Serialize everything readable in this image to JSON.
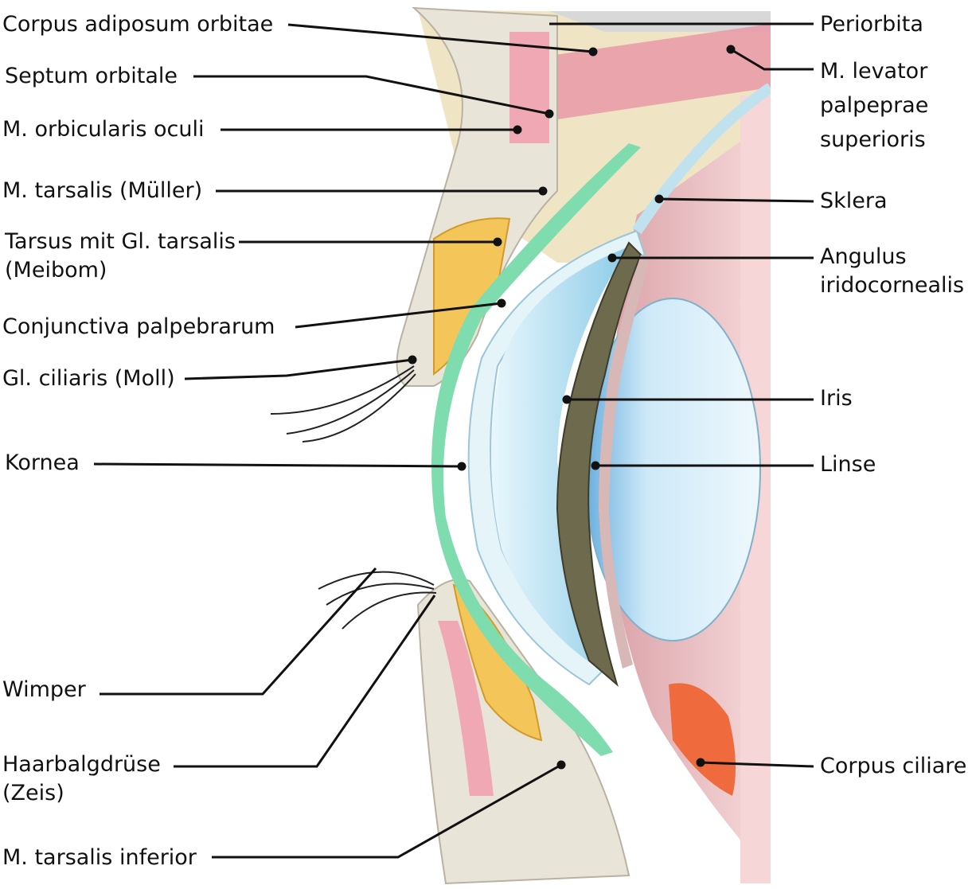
{
  "diagram": {
    "labels_left": [
      {
        "id": "corpus-adiposum",
        "lines": [
          "Corpus adiposum orbitae"
        ]
      },
      {
        "id": "septum-orbitale",
        "lines": [
          "Septum orbitale"
        ]
      },
      {
        "id": "orbicularis-oculi",
        "lines": [
          "M. orbicularis oculi"
        ]
      },
      {
        "id": "tarsalis-mueller",
        "lines": [
          "M. tarsalis (Müller)"
        ]
      },
      {
        "id": "tarsus-meibom",
        "lines": [
          "Tarsus mit Gl. tarsalis",
          "(Meibom)"
        ]
      },
      {
        "id": "conjunctiva-palpebrarum",
        "lines": [
          "Conjunctiva palpebrarum"
        ]
      },
      {
        "id": "gl-ciliaris-moll",
        "lines": [
          "Gl. ciliaris (Moll)"
        ]
      },
      {
        "id": "kornea",
        "lines": [
          "Kornea"
        ]
      },
      {
        "id": "wimper",
        "lines": [
          "Wimper"
        ]
      },
      {
        "id": "haarbalgdruese-zeis",
        "lines": [
          "Haarbalgdrüse",
          "(Zeis)"
        ]
      },
      {
        "id": "tarsalis-inferior",
        "lines": [
          "M. tarsalis inferior"
        ]
      }
    ],
    "labels_right": [
      {
        "id": "periorbita",
        "lines": [
          "Periorbita"
        ]
      },
      {
        "id": "levator-palpebrae",
        "lines": [
          "M. levator",
          "palpeprae",
          "superioris"
        ]
      },
      {
        "id": "sklera",
        "lines": [
          "Sklera"
        ]
      },
      {
        "id": "angulus-iridocornealis",
        "lines": [
          "Angulus",
          "iridocornealis"
        ]
      },
      {
        "id": "iris",
        "lines": [
          "Iris"
        ]
      },
      {
        "id": "linse",
        "lines": [
          "Linse"
        ]
      },
      {
        "id": "corpus-ciliare",
        "lines": [
          "Corpus ciliare"
        ]
      }
    ],
    "colors": {
      "skin": "#e9e4d8",
      "fat": "#f1e3b8",
      "muscle": "#e8a0ad",
      "muscle_dark": "#d94a72",
      "gland": "#f3c04a",
      "conjunctiva": "#6fd3a3",
      "cornea": "#cfeef7",
      "aqueous": "#9fd6ee",
      "lens": "#dff1fb",
      "iris": "#6d6a4e",
      "ciliary": "#ef6a3c",
      "leader": "#111111"
    }
  }
}
